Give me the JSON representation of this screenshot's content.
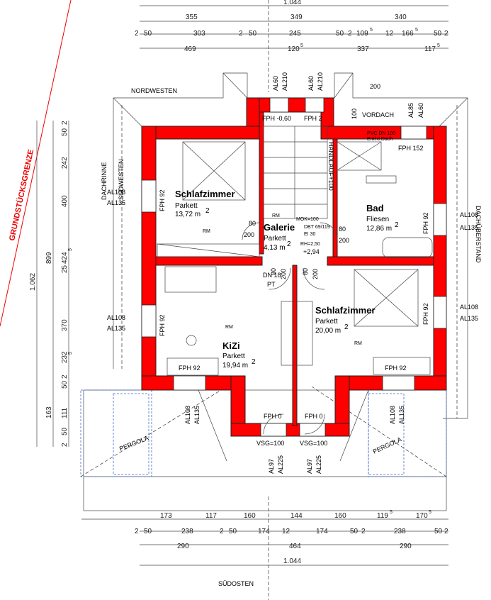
{
  "dims": {
    "top_total": "1.044",
    "top_row1": [
      "355",
      "349",
      "340"
    ],
    "top_row2": [
      "2",
      "50",
      "303",
      "2",
      "50",
      "245",
      "50",
      "2",
      "109",
      "5",
      "12",
      "166",
      "5",
      "50",
      "2"
    ],
    "top_row3": [
      "469",
      "120",
      "5",
      "337",
      "117",
      "5"
    ],
    "bottom_row1": [
      "173",
      "117",
      "160",
      "144",
      "160",
      "119",
      "5",
      "170",
      "5"
    ],
    "bottom_row2": [
      "2",
      "50",
      "238",
      "2",
      "50",
      "174",
      "12",
      "174",
      "50",
      "2",
      "238",
      "50",
      "2"
    ],
    "bottom_row3": [
      "290",
      "464",
      "290"
    ],
    "bottom_total": "1.044",
    "left_total": "1.062",
    "left_899": "899",
    "left_4245": "424",
    "left_4245_sup": "5",
    "left_row": [
      "50",
      "2",
      "242",
      "400",
      "25",
      "370",
      "232",
      "5",
      "50",
      "2",
      "163",
      "111",
      "2",
      "50"
    ]
  },
  "orientation": {
    "top": "NORDWESTEN",
    "bottom": "SÜDOSTEN",
    "left_a": "DACHRINNE",
    "left_b": "SÜDWESTEN",
    "right": "DACHÜBERSTAND",
    "vordach": "VORDACH",
    "boundary": "GRUNDSTÜCKSGRENZE"
  },
  "rooms": {
    "schlafzimmer1": {
      "name": "Schlafzimmer",
      "floor": "Parkett",
      "area": "13,72 m",
      "sup": "2"
    },
    "galerie": {
      "name": "Galerie",
      "floor": "Parkett",
      "area": "4,13 m",
      "sup": "2"
    },
    "bad": {
      "name": "Bad",
      "floor": "Fliesen",
      "area": "12,86 m",
      "sup": "2"
    },
    "kizi": {
      "name": "KiZi",
      "floor": "Parkett",
      "area": "19,94 m",
      "sup": "2"
    },
    "schlafzimmer2": {
      "name": "Schlafzimmer",
      "floor": "Parkett",
      "area": "20,00 m",
      "sup": "2"
    }
  },
  "labels": {
    "rm": "RM",
    "fph_060": "FPH -0,60",
    "fph_2": "FPH 2",
    "fph_152": "FPH 152",
    "fph_92": "FPH 92",
    "fph_0": "FPH 0",
    "al108": "AL108",
    "al135": "AL135",
    "al60": "AL60",
    "al210": "AL210",
    "al85": "AL85",
    "al97": "AL97",
    "al225": "AL225",
    "vsg100": "VSG=100",
    "mok": "MOK=100",
    "dbt": "DBT 69/119",
    "ei30": "EI 30",
    "rh": "RH=2,50",
    "plus294": "+2,94",
    "dn18": "DN 18",
    "pt": "PT",
    "d80": "80",
    "d200": "200",
    "d100": "100",
    "handlauf": "HANDLAUF+100",
    "pergola": "PERGOLA",
    "pvc1": "PVC DN 100",
    "pvc2": "Entl.ü.Dach"
  }
}
